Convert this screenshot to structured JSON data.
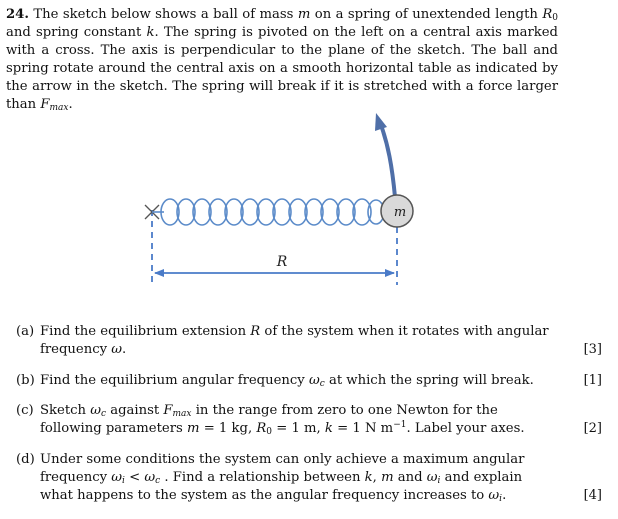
{
  "question": {
    "number": "24.",
    "intro": {
      "s1": " The sketch below shows a ball of mass ",
      "m": "m",
      "s2": " on a spring of unextended length ",
      "R0_main": "R",
      "R0_sub": "0",
      "s3": " and spring constant ",
      "k": "k",
      "s4": ". The spring is pivoted on the left on a central axis marked with a cross. The axis is perpendicular to the plane of the sketch. The ball and spring rotate around the central axis on a smooth horizontal table as indicated by the arrow in the sketch. The spring will break if it is stretched with a force larger than ",
      "Fmax_main": "F",
      "Fmax_sub": "max",
      "s5": "."
    }
  },
  "figure": {
    "ball_label": "m",
    "distance_label": "R",
    "colors": {
      "spring": "#5b8bc9",
      "ball_fill": "#d9d9d9",
      "ball_stroke": "#555555",
      "arrow": "#4f6fa8",
      "dim_line": "#4a7bc8"
    }
  },
  "parts": [
    {
      "label": "(a)",
      "t1": "Find the equilibrium extension ",
      "v1": "R",
      "t2": " of the system when it rotates with angular frequency ",
      "v2": "ω",
      "t3": ".",
      "marks": "3"
    },
    {
      "label": "(b)",
      "t1": "Find the equilibrium angular frequency ",
      "v1": "ω",
      "v1sub": "c",
      "t2": " at which the spring will break.",
      "marks": "1"
    },
    {
      "label": "(c)",
      "t1": "Sketch ",
      "v1": "ω",
      "v1sub": "c",
      "t2": " against ",
      "v2": "F",
      "v2sub": "max",
      "t3": " in the range from zero to one Newton for the following parameters ",
      "p1": "m",
      "p1val": " = 1 kg, ",
      "p2": "R",
      "p2sub": "0",
      "p2val": " = 1 m, ",
      "p3": "k",
      "p3val": " = 1 N m",
      "p3sup": "−1",
      "t4": ". Label your axes.",
      "marks": "2"
    },
    {
      "label": "(d)",
      "t1": "Under some conditions the system can only achieve a maximum angular frequency ",
      "v1": "ω",
      "v1sub": "i",
      "lt": " < ",
      "v2": "ω",
      "v2sub": "c",
      "t2": " . Find a relationship between ",
      "p1": "k",
      "c1": ", ",
      "p2": "m",
      "c2": " and ",
      "p3": "ω",
      "p3sub": "i",
      "t3": " and explain what happens to the system as the angular frequency increases to ",
      "p4": "ω",
      "p4sub": "i",
      "t4": ".",
      "marks": "4"
    }
  ]
}
